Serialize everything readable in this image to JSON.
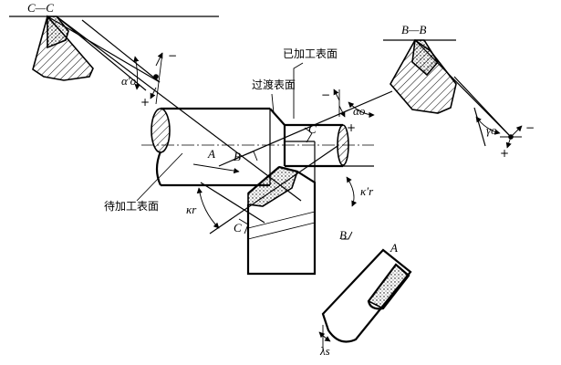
{
  "labels": {
    "section_cc": "C—C",
    "section_bb": "B—B",
    "view_a": "A",
    "view_a_main": "A",
    "letter_b_main": "B",
    "letter_c_main": "C",
    "letter_c_bottom": "C",
    "letter_b_view": "B"
  },
  "surfaces": {
    "machined": "已加工表面",
    "transitional": "过渡表面",
    "to_be_machined": "待加工表面"
  },
  "angles": {
    "alpha_o_prime": "α′o",
    "alpha_o": "αo",
    "gamma_o": "γo",
    "kappa_r": "κr",
    "kappa_r_prime": "κ′r",
    "lambda_s": "λs"
  },
  "signs": {
    "cc_minus": "−",
    "cc_plus": "+",
    "mid_minus": "−",
    "mid_plus": "+",
    "bb_minus": "−",
    "bb_plus": "+"
  }
}
